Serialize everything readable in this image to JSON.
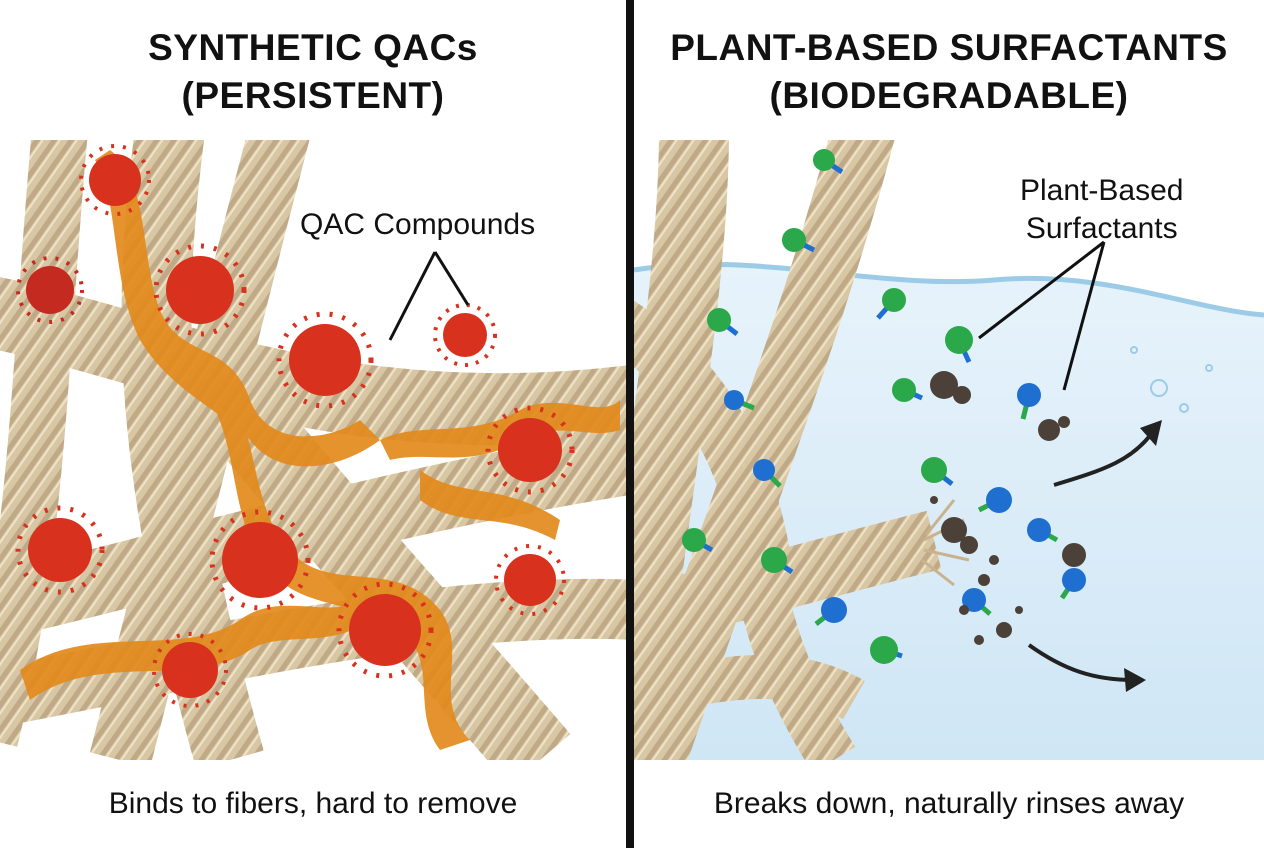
{
  "left_panel": {
    "title_line1": "SYNTHETIC QACs",
    "title_line2": "(PERSISTENT)",
    "callout": "QAC Compounds",
    "caption": "Binds to fibers, hard to remove"
  },
  "right_panel": {
    "title_line1": "PLANT-BASED SURFACTANTS",
    "title_line2": "(BIODEGRADABLE)",
    "callout_line1": "Plant-Based",
    "callout_line2": "Surfactants",
    "caption": "Breaks down, naturally rinses away"
  },
  "colors": {
    "fiber": "#d8c7a4",
    "qac_residue": "#e38a1c",
    "qac_virus": "#d8321e",
    "surfactant_green": "#2aa84a",
    "surfactant_blue": "#1e6fd0",
    "water": "#cfe6f5",
    "divider": "#111111"
  }
}
